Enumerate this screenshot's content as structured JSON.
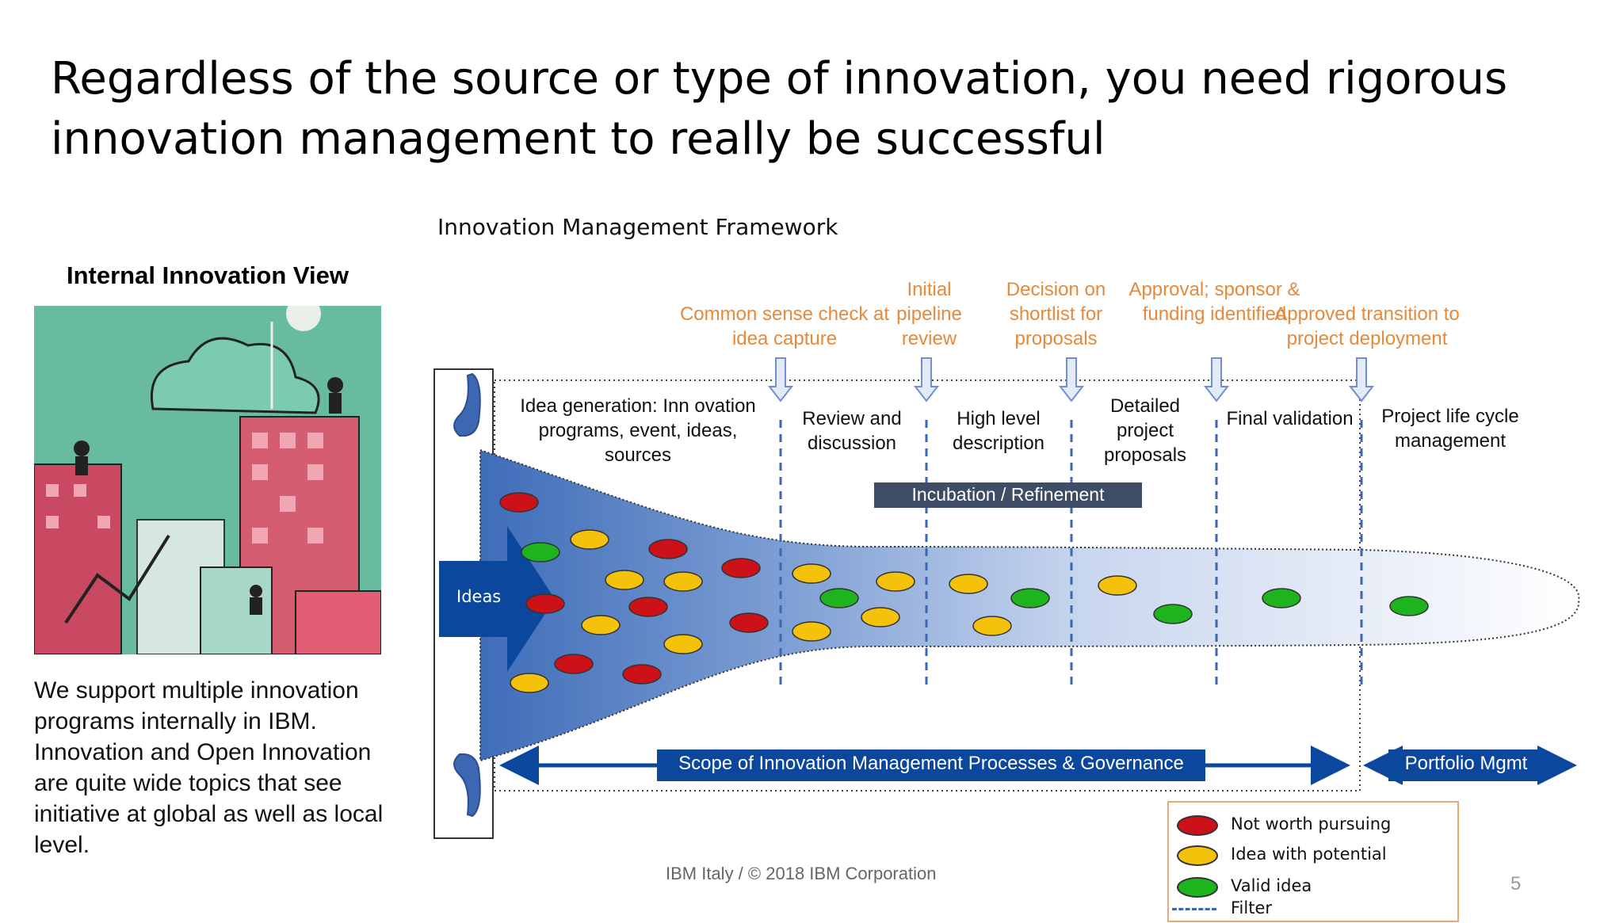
{
  "slide": {
    "title": "Regardless of the source or type of innovation, you need rigorous innovation management to really be successful",
    "subtitle": "Innovation  Management  Framework",
    "footer": "IBM Italy / © 2018 IBM Corporation",
    "page_number": "5"
  },
  "side": {
    "heading": "Internal Innovation View",
    "text": "We support multiple innovation programs internally in IBM. Innovation and Open Innovation are quite wide topics that  see initiative at global as well as local level."
  },
  "gates": [
    {
      "label": "Common sense check at idea capture"
    },
    {
      "label": "Initial pipeline review"
    },
    {
      "label": "Decision on shortlist for proposals"
    },
    {
      "label": "Approval; sponsor & funding identified"
    },
    {
      "label": "Approved transition to project deployment"
    }
  ],
  "stages": [
    {
      "label": "Idea generation: Inn ovation programs, event, ideas, sources"
    },
    {
      "label": "Review and discussion"
    },
    {
      "label": "High level description"
    },
    {
      "label": "Detailed project proposals"
    },
    {
      "label": "Final validation"
    },
    {
      "label": "Project life cycle management"
    }
  ],
  "incubation_label": "Incubation / Refinement",
  "ideas_label": "Ideas",
  "scope_label": "Scope of Innovation Management Processes & Governance",
  "portfolio_label": "Portfolio Mgmt",
  "colors": {
    "red": "#CC1118",
    "yellow": "#F4C20A",
    "green": "#1DB41D",
    "dark_blue": "#0B479C",
    "gate_orange": "#E6893A",
    "filter_blue": "#3E67B2"
  },
  "legend": [
    {
      "swatch": "red",
      "label": "Not worth pursuing"
    },
    {
      "swatch": "yellow",
      "label": "Idea with potential"
    },
    {
      "swatch": "green",
      "label": "Valid idea"
    },
    {
      "swatch": "filter",
      "label": "Filter"
    }
  ]
}
